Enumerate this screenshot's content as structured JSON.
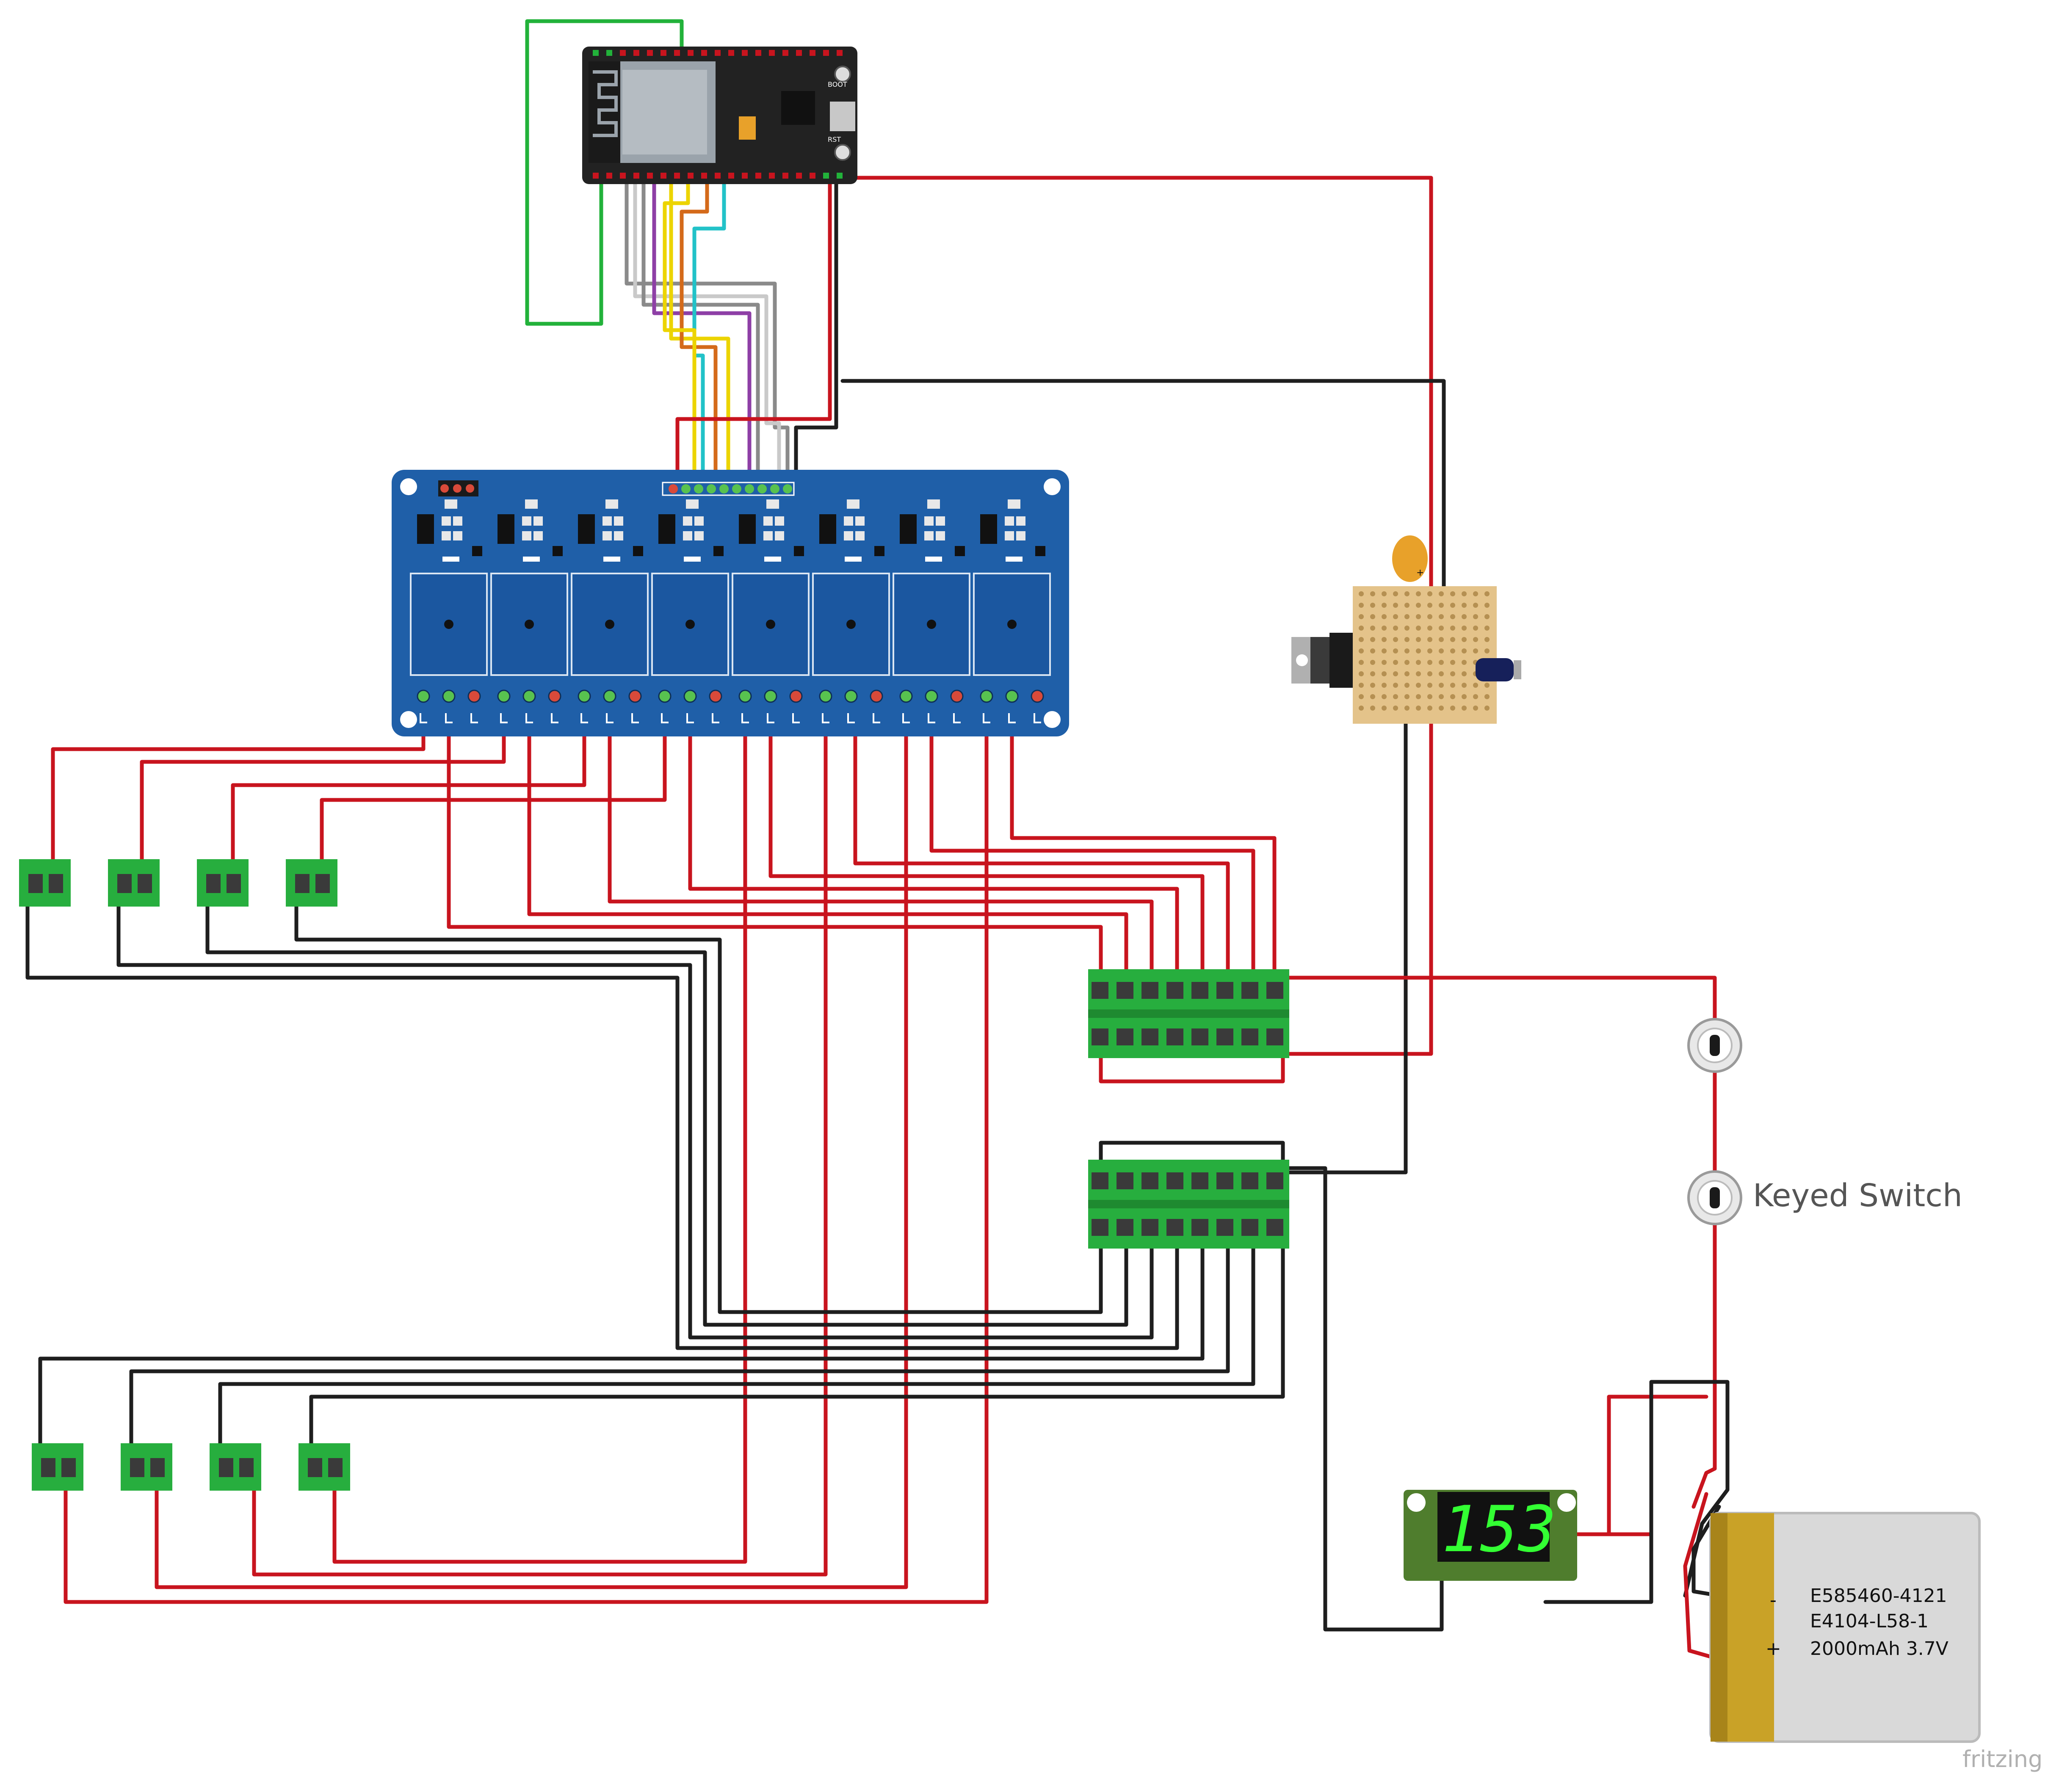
{
  "colors": {
    "wire_red": "#c8141e",
    "wire_black": "#1e1e1e",
    "wire_green": "#22b23a",
    "wire_gray": "#8a8a8a",
    "wire_white": "#c9c9c9",
    "wire_purple": "#8e3fa6",
    "wire_yellow": "#ecd400",
    "wire_orange": "#d46a1a",
    "wire_cyan": "#22c2c8",
    "relay_board": "#1f5fa8",
    "terminal_green": "#27ae3e",
    "perfboard": "#e4c38a",
    "battery_gold": "#c9a227",
    "battery_body": "#d9d9d9",
    "display_digit": "#33ff33"
  },
  "labels": {
    "keyed_switch": "Keyed Switch",
    "watermark": "fritzing"
  },
  "battery": {
    "line1": "E585460-4121",
    "line2": "E4104-L58-1",
    "line3": "2000mAh 3.7V",
    "minus": "-",
    "plus": "+"
  },
  "voltmeter": {
    "reading": "153"
  },
  "esp32": {
    "boot_label": "BOOT",
    "rst_label": "RST"
  },
  "relay_module": {
    "channels": 8
  }
}
